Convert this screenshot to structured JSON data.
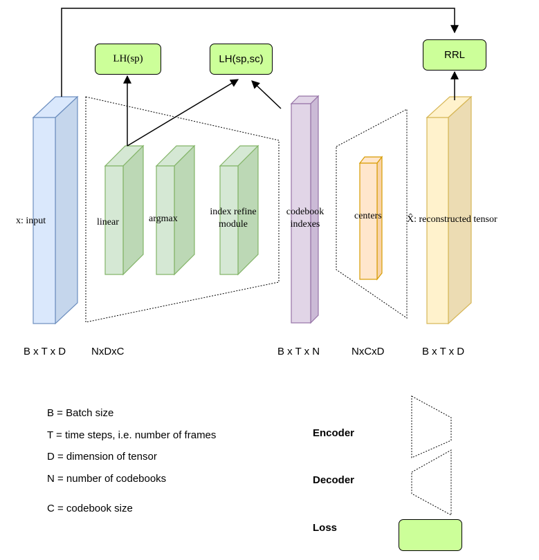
{
  "losses": {
    "lh_sp": "LH(sp)",
    "lh_sp_sc": "LH(sp,sc)",
    "rrl": "RRL"
  },
  "blocks": {
    "input": "x: input",
    "linear": "linear",
    "argmax": "argmax",
    "index_refine_line1": "index refine",
    "index_refine_line2": "module",
    "codebook_line1": "codebook",
    "codebook_line2": "indexes",
    "centers": "centers",
    "reconstructed": "X̂: reconstructed tensor"
  },
  "dims": {
    "input": "B x T x D",
    "encoder": "NxDxC",
    "codebook": "B x T x N",
    "decoder": "NxCxD",
    "output": "B x T x D"
  },
  "definitions": [
    "B = Batch size",
    "T = time steps, i.e. number of frames",
    "D = dimension of tensor",
    "N = number of codebooks",
    "C = codebook size"
  ],
  "legend": {
    "encoder": "Encoder",
    "decoder": "Decoder",
    "loss": "Loss"
  },
  "colors": {
    "blue_face": "#dae8fc",
    "blue_stroke": "#6c8ebf",
    "green_face": "#d5e8d4",
    "green_stroke": "#82b366",
    "purple_face": "#e1d5e7",
    "purple_stroke": "#9673a6",
    "orange_face": "#ffe6cc",
    "orange_stroke": "#d79b00",
    "yellow_face": "#fff2cc",
    "yellow_stroke": "#d6b656",
    "loss_fill": "#ccff99"
  }
}
